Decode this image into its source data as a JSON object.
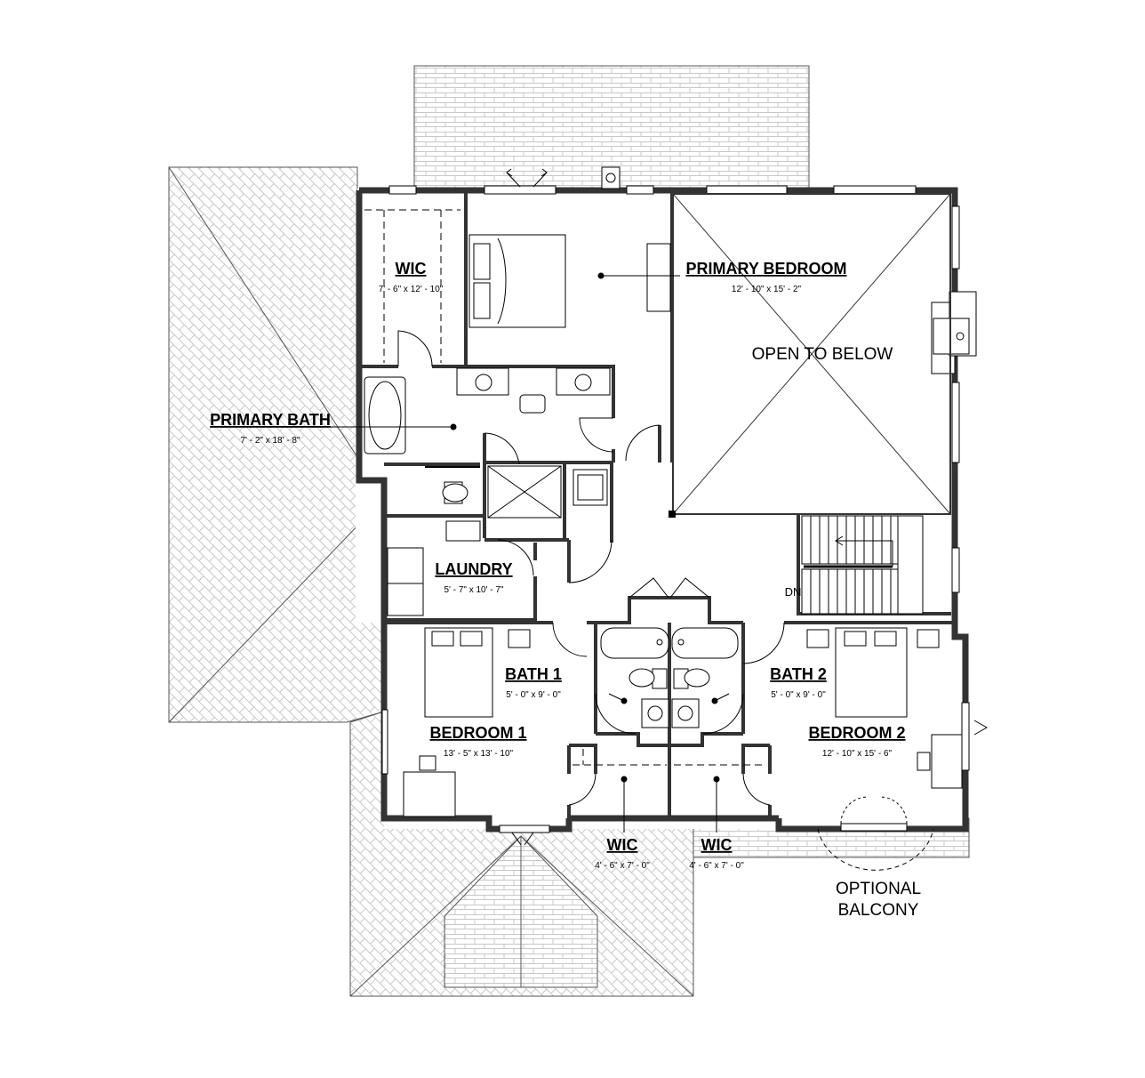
{
  "rooms": {
    "wic_primary": {
      "name": "WIC",
      "dims": "7' - 6\" x 12' - 10\""
    },
    "primary_bedroom": {
      "name": "PRIMARY BEDROOM",
      "dims": "12' - 10\" x 15' - 2\""
    },
    "primary_bath": {
      "name": "PRIMARY BATH",
      "dims": "7' - 2\" x 18' - 8\""
    },
    "laundry": {
      "name": "LAUNDRY",
      "dims": "5' - 7\" x 10' - 7\""
    },
    "bath1": {
      "name": "BATH 1",
      "dims": "5' - 0\" x 9' - 0\""
    },
    "bath2": {
      "name": "BATH 2",
      "dims": "5' - 0\" x 9' - 0\""
    },
    "bedroom1": {
      "name": "BEDROOM 1",
      "dims": "13' - 5\" x 13' - 10\""
    },
    "bedroom2": {
      "name": "BEDROOM 2",
      "dims": "12' - 10\" x 15' - 6\""
    },
    "wic1": {
      "name": "WIC",
      "dims": "4' - 6\" x 7' - 0\""
    },
    "wic2": {
      "name": "WIC",
      "dims": "4' - 6\" x 7' - 0\""
    }
  },
  "notes": {
    "open_to_below": "OPEN TO BELOW",
    "stair_dn": "DN",
    "balcony_line1": "OPTIONAL",
    "balcony_line2": "BALCONY"
  }
}
